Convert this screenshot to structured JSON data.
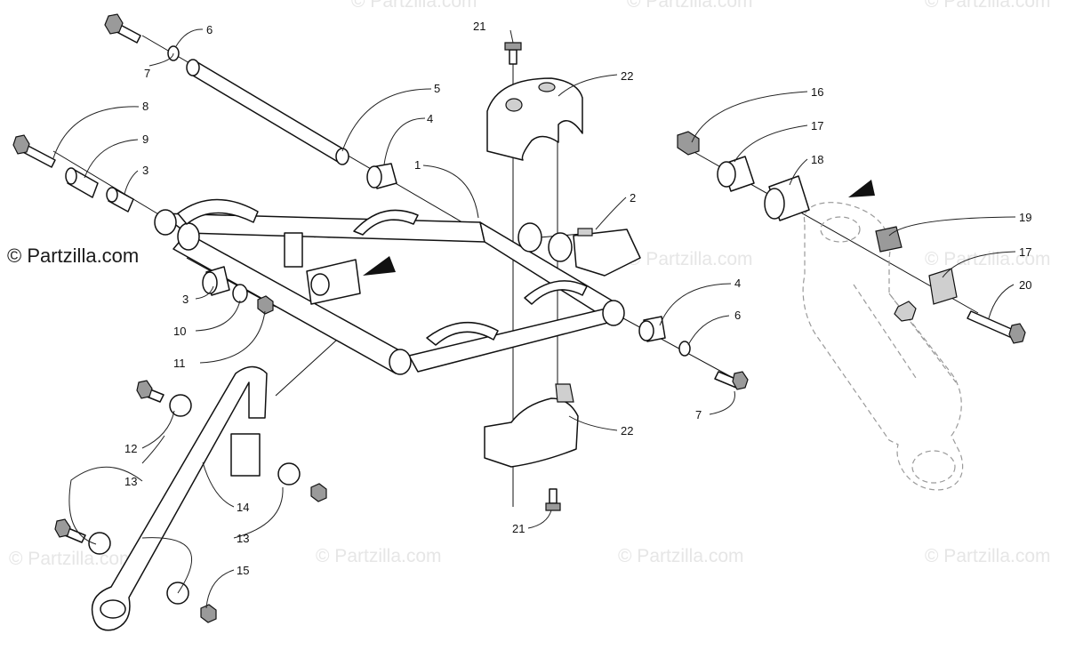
{
  "brand_label": "© Partzilla.com",
  "watermark_text": "© Partzilla.com",
  "colors": {
    "line": "#111111",
    "shade": "#cfcfcf",
    "watermark": "#e6e6e6",
    "ghost": "#9a9a9a"
  },
  "callouts": {
    "c1": "1",
    "c2": "2",
    "c3a": "3",
    "c3b": "3",
    "c4a": "4",
    "c4b": "4",
    "c5": "5",
    "c6a": "6",
    "c6b": "6",
    "c7a": "7",
    "c7b": "7",
    "c8": "8",
    "c9": "9",
    "c10": "10",
    "c11": "11",
    "c12": "12",
    "c13a": "13",
    "c13b": "13",
    "c14": "14",
    "c15": "15",
    "c16": "16",
    "c17a": "17",
    "c17b": "17",
    "c18": "18",
    "c19": "19",
    "c20": "20",
    "c21a": "21",
    "c21b": "21",
    "c22a": "22",
    "c22b": "22"
  }
}
